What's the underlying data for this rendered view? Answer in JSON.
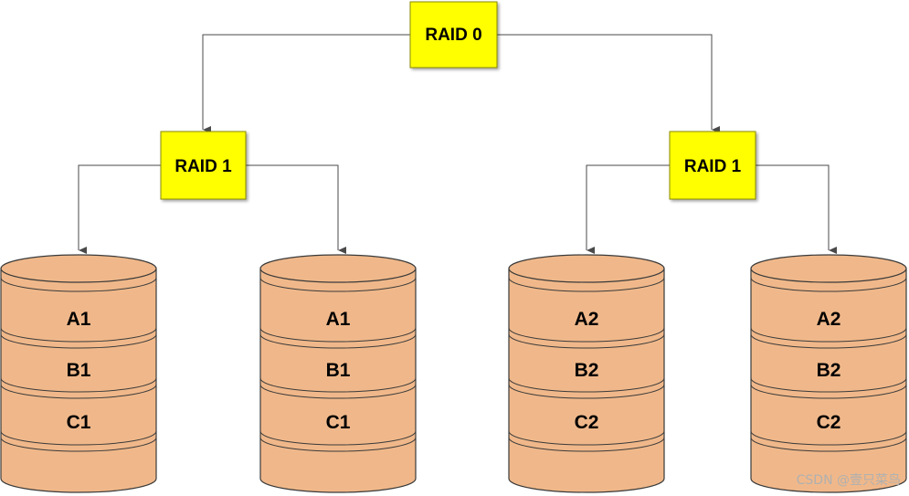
{
  "root": {
    "label": "RAID 0"
  },
  "mirrors": [
    {
      "label": "RAID 1"
    },
    {
      "label": "RAID 1"
    }
  ],
  "disks": [
    {
      "blocks": [
        "A1",
        "B1",
        "C1"
      ]
    },
    {
      "blocks": [
        "A1",
        "B1",
        "C1"
      ]
    },
    {
      "blocks": [
        "A2",
        "B2",
        "C2"
      ]
    },
    {
      "blocks": [
        "A2",
        "B2",
        "C2"
      ]
    }
  ],
  "watermark": "CSDN @壹只菜鸟",
  "colors": {
    "box_fill": "#ffff00",
    "box_stroke": "#8a8a00",
    "disk_fill": "#f0b88a",
    "disk_stroke": "#3a3a3a",
    "line": "#4a4a4a"
  }
}
